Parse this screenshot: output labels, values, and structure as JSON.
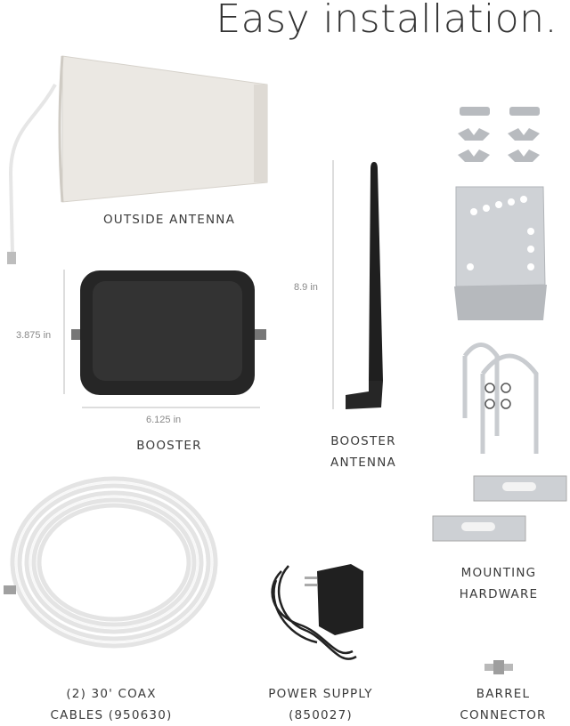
{
  "headline": "Easy installation.",
  "labels": {
    "outside_antenna": "OUTSIDE ANTENNA",
    "booster": "BOOSTER",
    "booster_antenna_line1": "BOOSTER",
    "booster_antenna_line2": "ANTENNA",
    "mounting_line1": "MOUNTING",
    "mounting_line2": "HARDWARE",
    "coax_line1": "(2) 30' COAX",
    "coax_line2": "CABLES (950630)",
    "power_line1": "POWER SUPPLY",
    "power_line2": "(850027)",
    "barrel_line1": "BARREL",
    "barrel_line2": "CONNECTOR"
  },
  "dimensions": {
    "booster_height": "3.875 in",
    "booster_width": "6.125 in",
    "antenna_height": "8.9 in"
  },
  "colors": {
    "antenna_body": "#e9e6e1",
    "booster_body": "#2b2b2b",
    "cable": "#f1f1f1",
    "metal": "#cfd2d6"
  }
}
